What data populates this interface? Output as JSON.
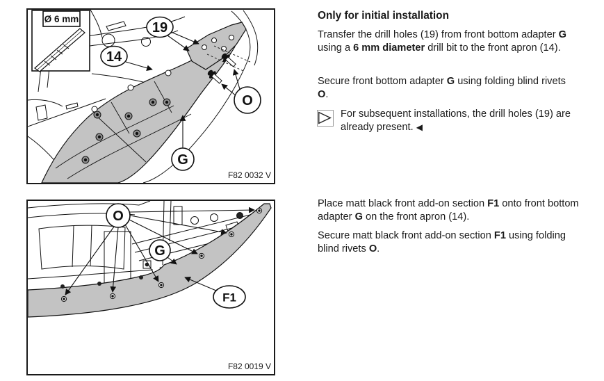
{
  "colors": {
    "line": "#111111",
    "panel_grey": "#c3c3c3",
    "text": "#1a1a1a",
    "background": "#ffffff"
  },
  "figure_top": {
    "inset_label": "Ø 6 mm",
    "callout_19": "19",
    "callout_14": "14",
    "callout_o": "O",
    "callout_g": "G",
    "code": "F82 0032 V"
  },
  "figure_bottom": {
    "callout_o": "O",
    "callout_g": "G",
    "callout_f1": "F1",
    "code": "F82 0019 V"
  },
  "instructions": {
    "heading": "Only for initial installation",
    "p1": {
      "s0": "Transfer the drill holes (19) from front bottom adapter ",
      "b1": "G",
      "s2": " using a ",
      "b3": "6 mm diameter",
      "s4": " drill bit to the front apron (14)."
    },
    "p2": {
      "s0": "Secure front bottom adapter ",
      "b1": "G",
      "s2": " using folding blind rivets ",
      "b3": "O",
      "s4": "."
    },
    "note": {
      "text": "For subsequent installations, the drill holes (19) are already present.",
      "end_marker": "◀"
    },
    "p3": {
      "s0": "Place matt black front add-on section ",
      "b1": "F1",
      "s2": " onto front bottom adapter ",
      "b3": "G",
      "s4": " on the front apron (14)."
    },
    "p4": {
      "s0": "Secure matt black front add-on section ",
      "b1": "F1",
      "s2": " using folding blind rivets ",
      "b3": "O",
      "s4": "."
    }
  }
}
